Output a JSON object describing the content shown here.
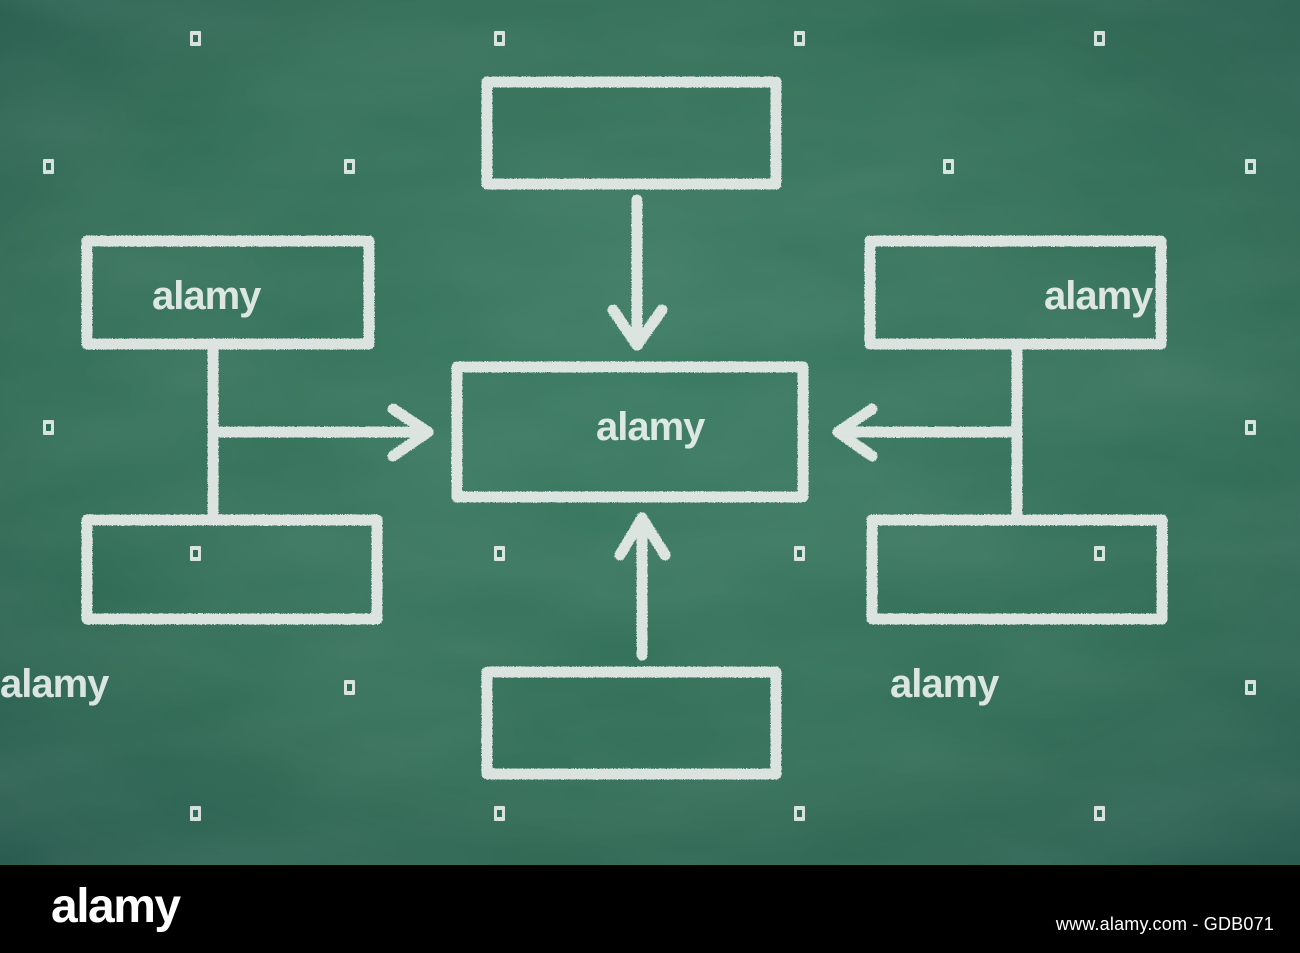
{
  "watermark": {
    "text": "alamy",
    "color": "#ffffff"
  },
  "board": {
    "color": "#2f6b55",
    "chalk_color": "#e9ecea"
  },
  "diagram": {
    "boxes": [
      {
        "id": "top",
        "label": ""
      },
      {
        "id": "left-upper",
        "label": ""
      },
      {
        "id": "right-upper",
        "label": ""
      },
      {
        "id": "center",
        "label": ""
      },
      {
        "id": "left-lower",
        "label": ""
      },
      {
        "id": "right-lower",
        "label": ""
      },
      {
        "id": "bottom",
        "label": ""
      }
    ],
    "arrows": [
      {
        "from": "top",
        "to": "center"
      },
      {
        "from": "bottom",
        "to": "center"
      },
      {
        "from": "left-upper",
        "to": "center"
      },
      {
        "from": "right-upper",
        "to": "center"
      }
    ]
  },
  "footer": {
    "logo": "alamy",
    "image_id": "www.alamy.com - GDB071"
  }
}
